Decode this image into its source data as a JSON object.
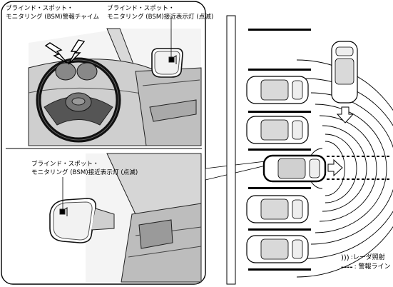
{
  "labels": {
    "chime_line1": "ブラインド・スポット・",
    "chime_line2": "モニタリング (BSM)警報チャイム",
    "indicator_top_line1": "ブラインド・スポット・",
    "indicator_top_line2": "モニタリング (BSM)接近表示灯 (点滅)",
    "indicator_bottom_line1": "ブラインド・スポット・",
    "indicator_bottom_line2": "モニタリング (BSM)接近表示灯 (点滅)"
  },
  "legend": {
    "radar_symbol": ")))",
    "radar_text": ":レーダ照射",
    "warning_symbol": "----",
    "warning_text": ": 警報ライン"
  }
}
